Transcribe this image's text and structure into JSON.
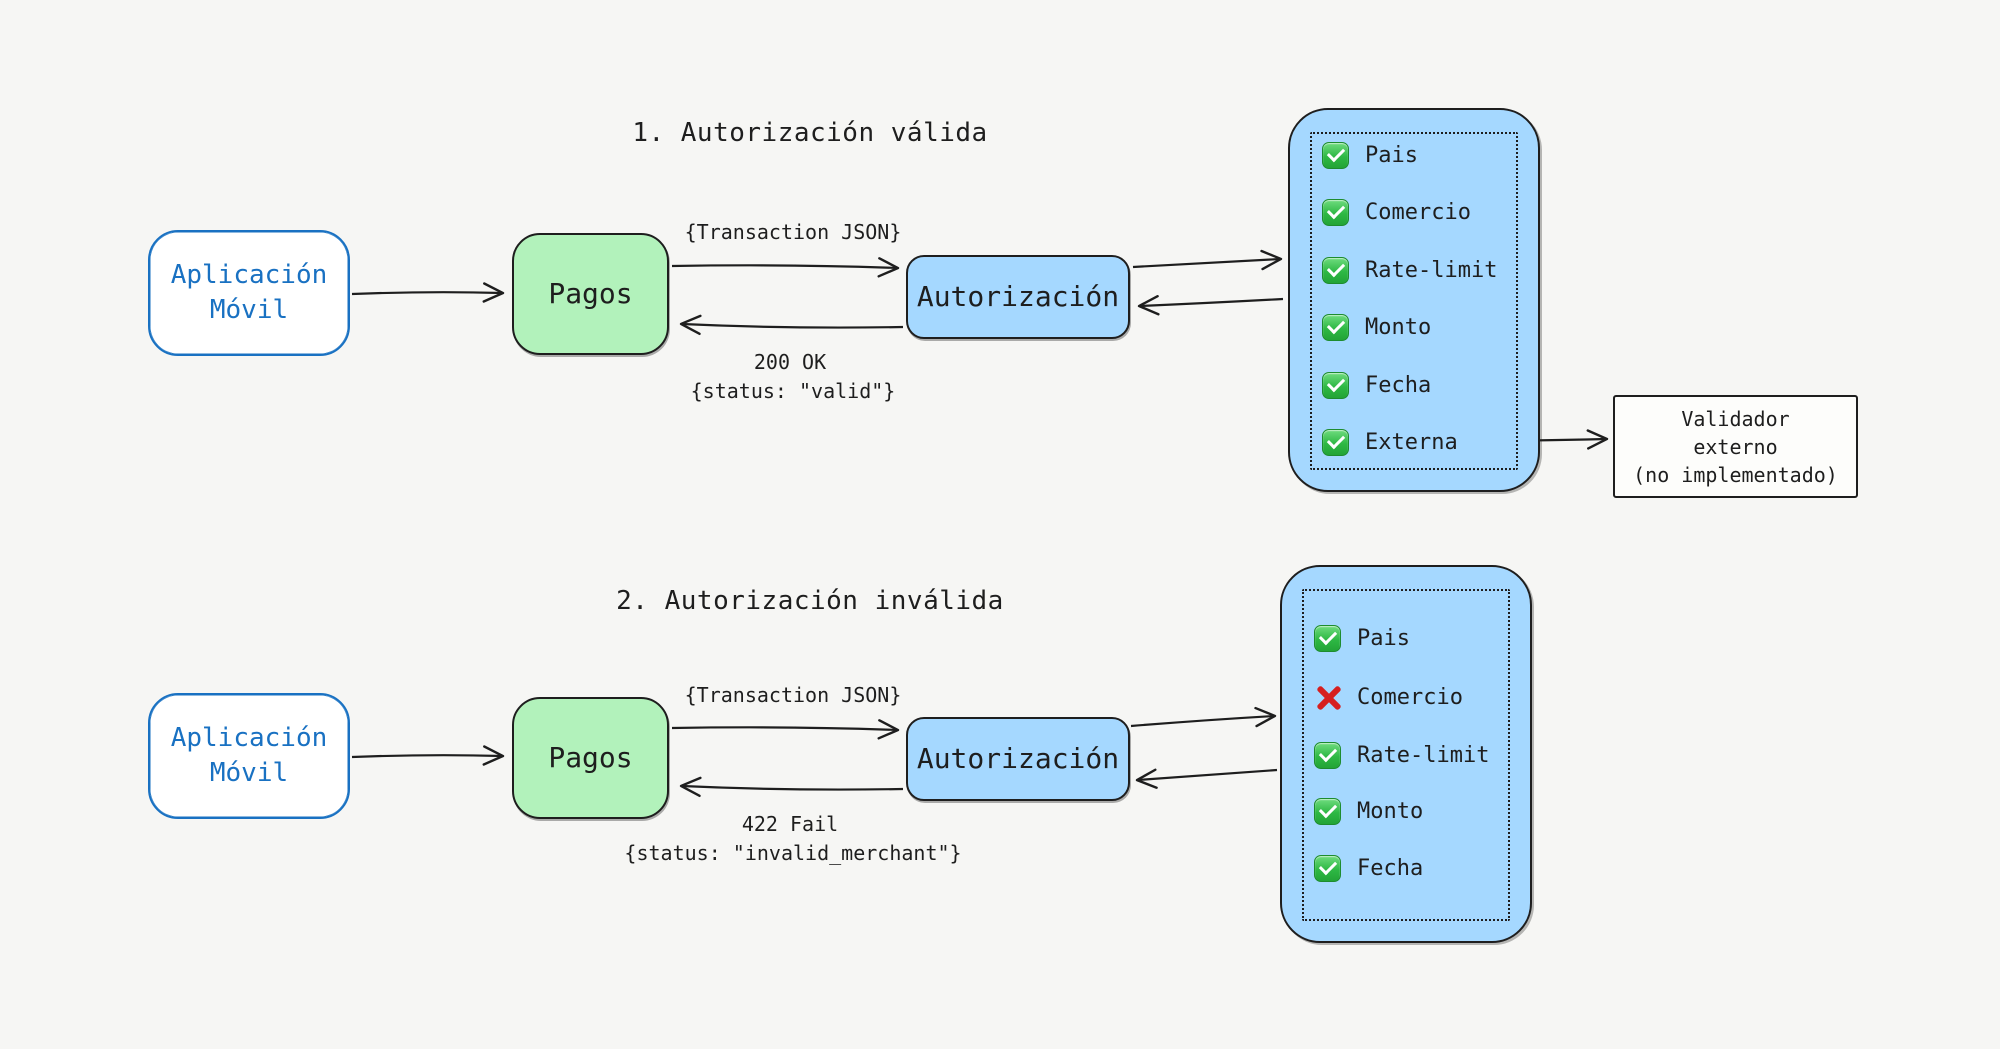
{
  "diagram": {
    "background": "#f6f6f4",
    "colors": {
      "node_blue_fill": "#a5d8ff",
      "node_green_fill": "#b2f2bb",
      "stroke_dark": "#1e1e1e",
      "app_blue": "#1971c2",
      "check_green": "#2eb844",
      "cross_red": "#d61f1f"
    },
    "scenarios": [
      {
        "title": "1. Autorización válida",
        "mobile_app": {
          "line1": "Aplicación",
          "line2": "Móvil"
        },
        "pagos_label": "Pagos",
        "autorizacion_label": "Autorización",
        "request_label": "{Transaction JSON}",
        "response_code": "200 OK",
        "response_body": "{status: \"valid\"}",
        "checks": [
          {
            "label": "Pais",
            "status": "pass"
          },
          {
            "label": "Comercio",
            "status": "pass"
          },
          {
            "label": "Rate-limit",
            "status": "pass"
          },
          {
            "label": "Monto",
            "status": "pass"
          },
          {
            "label": "Fecha",
            "status": "pass"
          },
          {
            "label": "Externa",
            "status": "pass"
          }
        ],
        "external_validator": {
          "line1": "Validador",
          "line2": "externo",
          "line3": "(no implementado)"
        }
      },
      {
        "title": "2. Autorización inválida",
        "mobile_app": {
          "line1": "Aplicación",
          "line2": "Móvil"
        },
        "pagos_label": "Pagos",
        "autorizacion_label": "Autorización",
        "request_label": "{Transaction JSON}",
        "response_code": "422 Fail",
        "response_body": "{status: \"invalid_merchant\"}",
        "checks": [
          {
            "label": "Pais",
            "status": "pass"
          },
          {
            "label": "Comercio",
            "status": "fail"
          },
          {
            "label": "Rate-limit",
            "status": "pass"
          },
          {
            "label": "Monto",
            "status": "pass"
          },
          {
            "label": "Fecha",
            "status": "pass"
          }
        ]
      }
    ]
  }
}
